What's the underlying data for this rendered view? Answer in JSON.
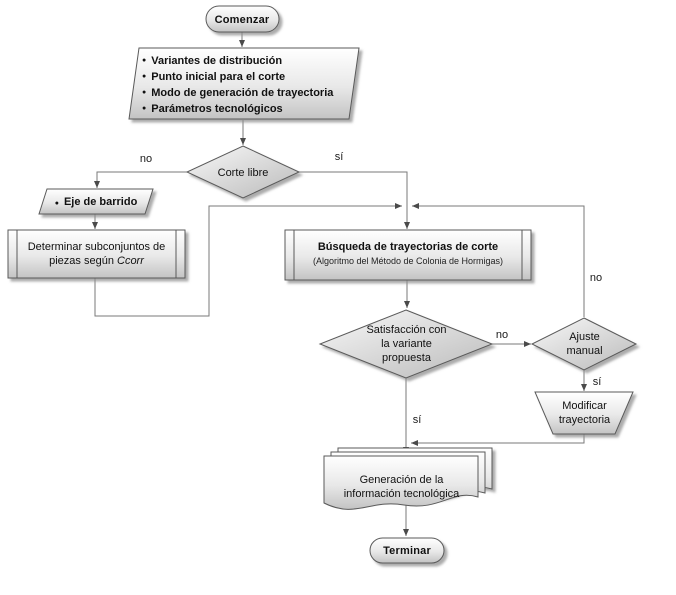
{
  "diagram": {
    "nodes": {
      "start": {
        "label": "Comenzar"
      },
      "inputs": {
        "items": [
          "Variantes de distribución",
          "Punto inicial para el corte",
          "Modo de generación de trayectoria",
          "Parámetros tecnológicos"
        ]
      },
      "corte_libre": {
        "label": "Corte libre"
      },
      "eje_barrido": {
        "label": "Eje de barrido"
      },
      "determinar": {
        "line1": "Determinar subconjuntos de",
        "line2_prefix": "piezas según ",
        "line2_italic": "Ccorr"
      },
      "busqueda": {
        "line1": "Búsqueda de trayectorias de corte",
        "line2": "(Algoritmo del Método de Colonia de Hormigas)"
      },
      "satisfaccion": {
        "line1": "Satisfacción con",
        "line2": "la variante",
        "line3": "propuesta"
      },
      "ajuste": {
        "line1": "Ajuste",
        "line2": "manual"
      },
      "modificar": {
        "line1": "Modificar",
        "line2": "trayectoria"
      },
      "generacion": {
        "line1": "Generación de la",
        "line2": "información tecnológica"
      },
      "end": {
        "label": "Terminar"
      }
    },
    "edge_labels": {
      "no": "no",
      "si": "sí"
    },
    "icons": {
      "bullet": "●"
    },
    "colors": {
      "shape_fill_top": "#ffffff",
      "shape_fill_bottom": "#c3c3c3",
      "shape_border": "#5a5a5a",
      "connector": "#7a7a7a",
      "arrowhead": "#4a4a4a",
      "text": "#111111"
    }
  }
}
